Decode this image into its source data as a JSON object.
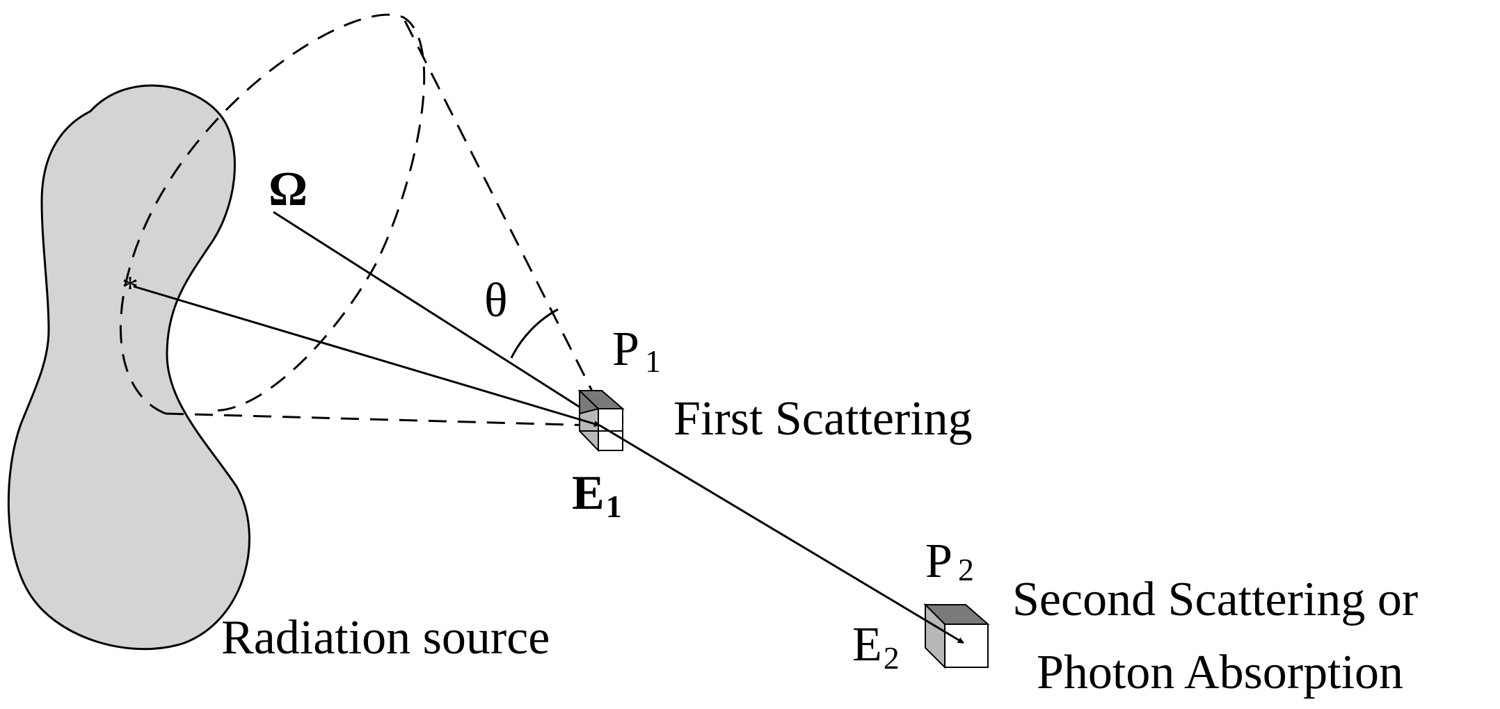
{
  "labels": {
    "omega": "Ω",
    "theta": "θ",
    "p1_main": "P",
    "p1_sub": "1",
    "e1_main": "E",
    "e1_sub": "1",
    "p2_main": "P",
    "p2_sub": "2",
    "e2_main": "E",
    "e2_sub": "2",
    "first_scattering": "First Scattering",
    "second_scattering_line1": "Second Scattering or",
    "second_scattering_line2": "Photon Absorption",
    "radiation_source": "Radiation source",
    "source_point": "*"
  },
  "colors": {
    "source_fill": "#d4d4d4",
    "cube_top": "#7a7a7a",
    "cube_side": "#b8b8b8",
    "cube_front": "#ffffff",
    "stroke": "#000000"
  }
}
